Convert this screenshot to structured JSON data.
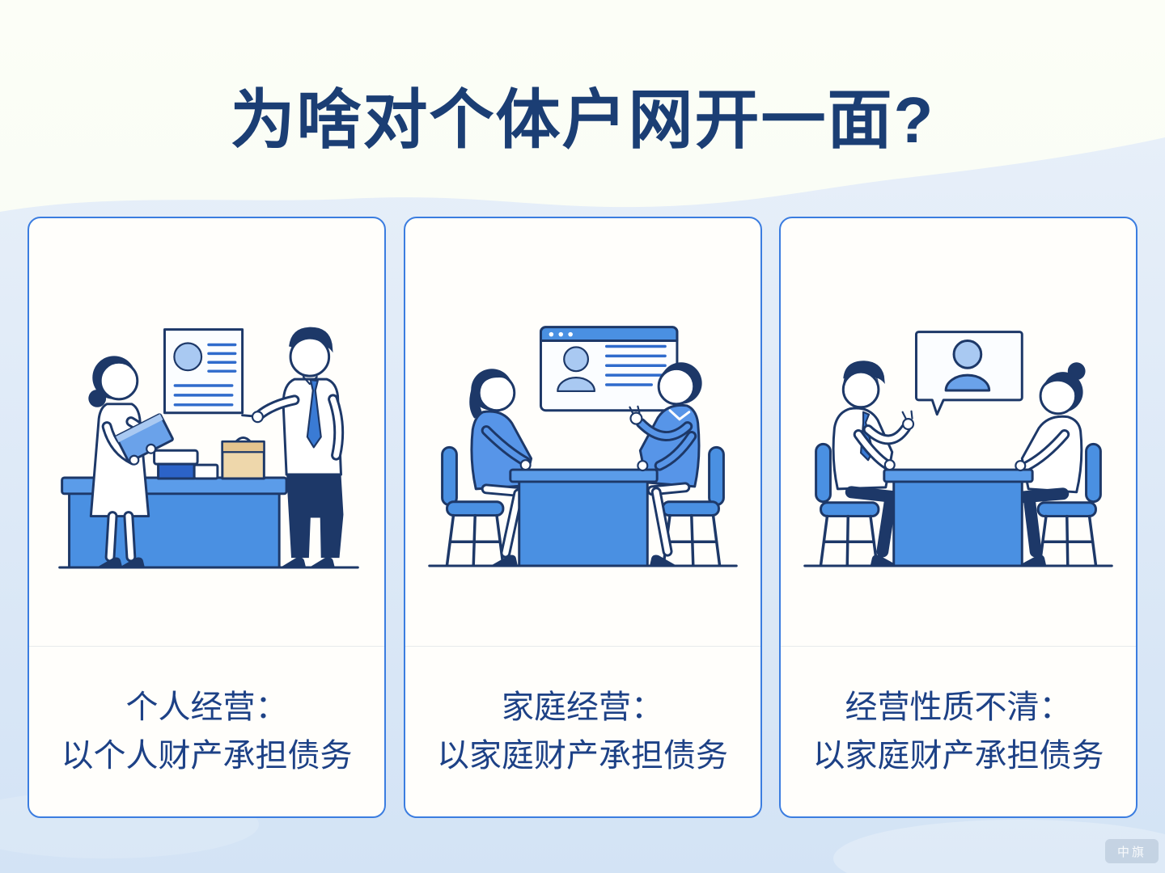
{
  "title": "为啥对个体户网开一面?",
  "cards": [
    {
      "caption_line1": "个人经营：",
      "caption_line2": "以个人财产承担债务"
    },
    {
      "caption_line1": "家庭经营：",
      "caption_line2": "以家庭财产承担债务"
    },
    {
      "caption_line1": "经营性质不清：",
      "caption_line2": "以家庭财产承担债务"
    }
  ],
  "watermark": "中旗",
  "colors": {
    "title_text": "#1b3e74",
    "caption_text": "#1d4186",
    "card_border": "#3b7de0",
    "card_background": "#fffefb",
    "background_top": "#fcfef7",
    "background_bottom": "#d3e3f5",
    "illustration_outline_navy": "#1d3868",
    "illustration_blue": "#4a90e2",
    "illustration_light_blue": "#a9c9f2",
    "illustration_deep_blue": "#2c63c8",
    "illustration_sweater_blue": "#5795e8",
    "illustration_tan": "#eed7ab"
  }
}
